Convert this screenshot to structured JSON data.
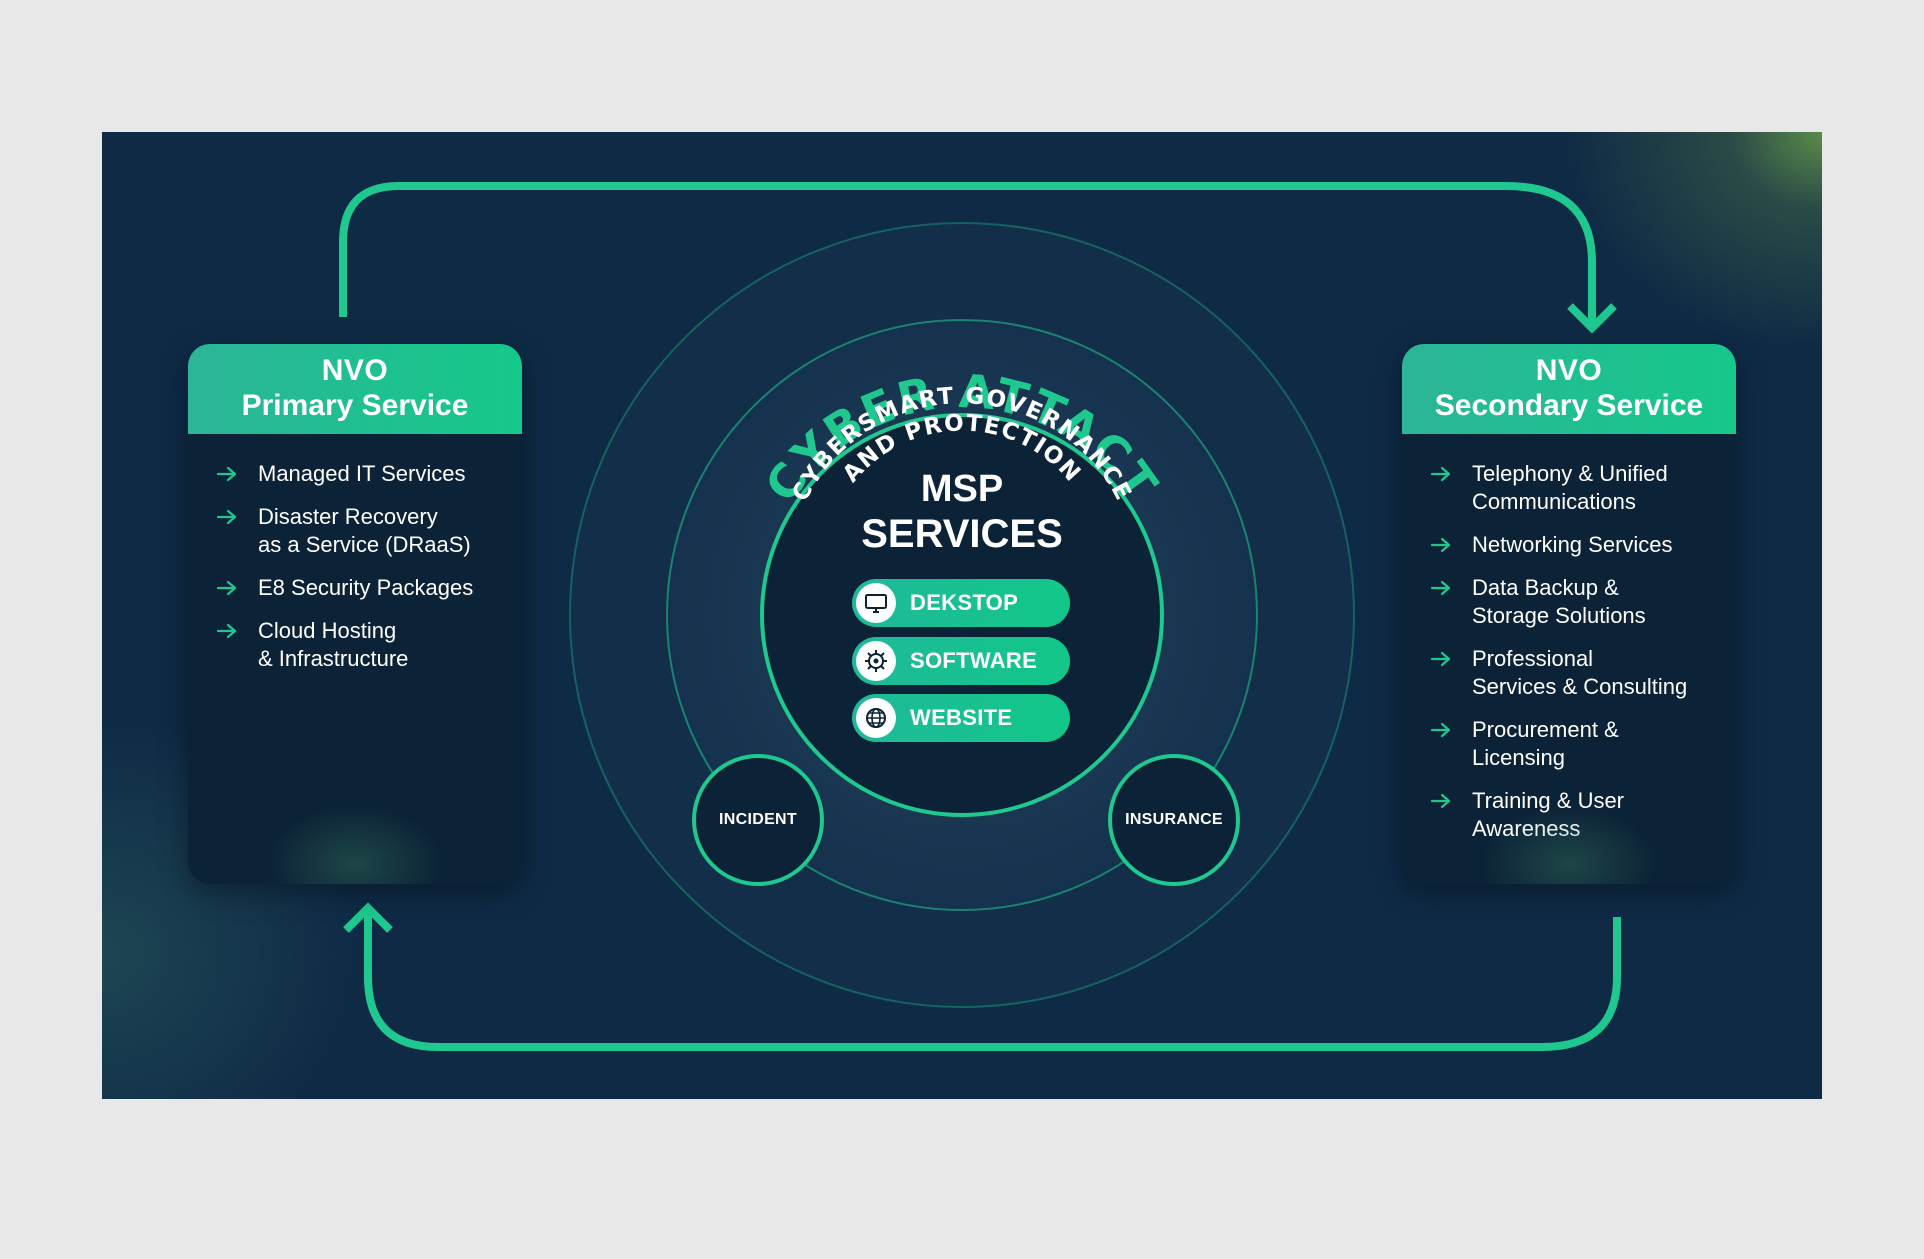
{
  "primary": {
    "title_line1": "NVO",
    "title_line2": "Primary Service",
    "items": [
      "Managed IT Services",
      "Disaster Recovery\nas a Service (DRaaS)",
      "E8 Security Packages",
      "Cloud Hosting\n& Infrastructure"
    ]
  },
  "secondary": {
    "title_line1": "NVO",
    "title_line2": "Secondary Service",
    "items": [
      "Telephony & Unified\nCommunications",
      "Networking Services",
      "Data Backup &\nStorage Solutions",
      "Professional\nServices & Consulting",
      "Procurement &\nLicensing",
      "Training & User\nAwareness"
    ]
  },
  "center": {
    "outer_arc_text": "CYBER ATTACT",
    "inner_arc_line1": "CYBERSMART GOVERNANCE",
    "inner_arc_line2": "AND PROTECTION",
    "title_line1": "MSP",
    "title_line2": "SERVICES",
    "pills": [
      {
        "label": "DEKSTOP",
        "icon": "monitor-icon"
      },
      {
        "label": "SOFTWARE",
        "icon": "gear-icon"
      },
      {
        "label": "WEBSITE",
        "icon": "globe-icon"
      }
    ],
    "incident_label": "INCIDENT",
    "insurance_label": "INSURANCE"
  },
  "colors": {
    "background": "#0e2a45",
    "accent": "#1fc88e",
    "card": "#0c2237",
    "page": "#e8e8e8"
  }
}
